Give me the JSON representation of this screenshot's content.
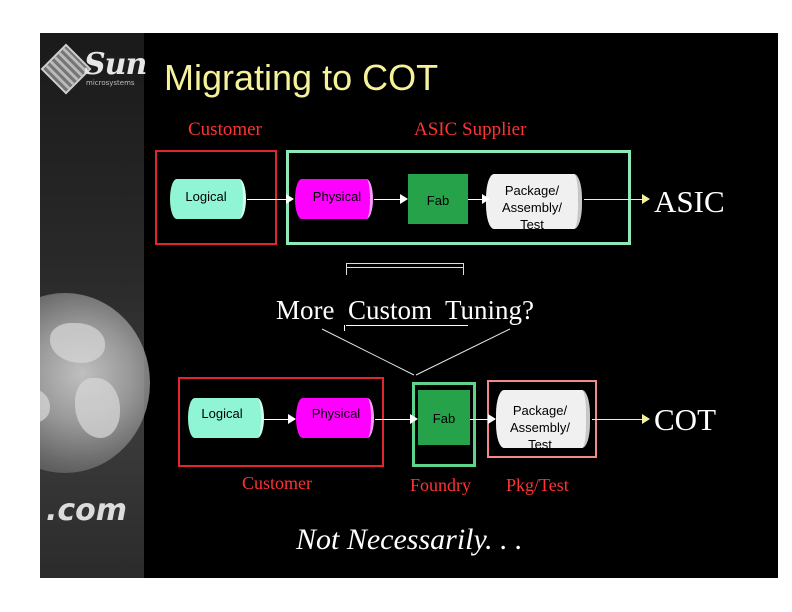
{
  "slide": {
    "title": "Migrating to COT",
    "logo": {
      "brand": "Sun",
      "tagline": "microsystems",
      "dotcom": ".com"
    },
    "top_flow": {
      "customer_label": "Customer",
      "supplier_label": "ASIC Supplier",
      "stages": [
        "Logical",
        "Physical",
        "Fab",
        "Package/\nAssembly/\nTest"
      ],
      "result": "ASIC"
    },
    "middle": {
      "question": "More  Custom  Tuning?"
    },
    "bottom_flow": {
      "stages": [
        "Logical",
        "Physical",
        "Fab",
        "Package/\nAssembly/\nTest"
      ],
      "result": "COT",
      "group_labels": [
        "Customer",
        "Foundry",
        "Pkg/Test"
      ]
    },
    "conclusion": "Not Necessarily. . ."
  },
  "colors": {
    "title": "#f5f29a",
    "customer_box": "#e0262e",
    "supplier_box": "#8fe8b8",
    "foundry_box": "#5fd38a",
    "pkg_box": "#f08a8a",
    "logical": "#8ff5d5",
    "physical": "#ff00ff",
    "fab": "#25a24a",
    "package": "#f0f0f0",
    "arrow_glow": "#f5f29a",
    "red_text": "#ff3333",
    "white_text": "#ffffff"
  }
}
